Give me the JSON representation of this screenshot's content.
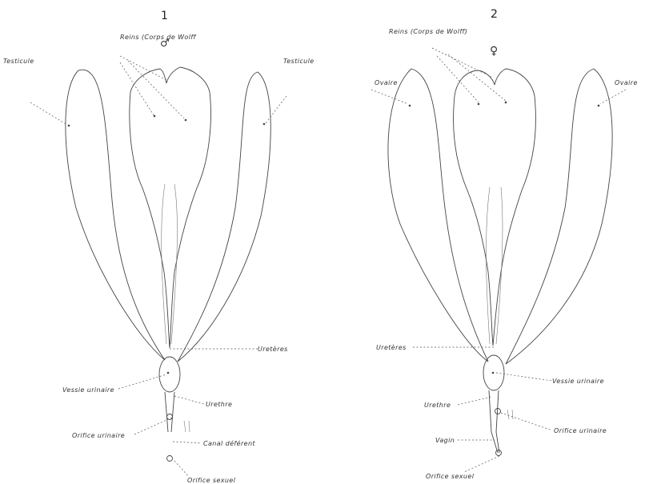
{
  "figures": [
    {
      "number": "1",
      "sex_symbol": "♂",
      "labels": {
        "reins": "Reins (Corps de Wolff",
        "testicule_left": "Testicule",
        "testicule_right": "Testicule",
        "ureteres": "Uretères",
        "vessie": "Vessie urinaire",
        "urethre": "Urethre",
        "orifice_urinaire": "Orifice urinaire",
        "canal": "Canal déférent",
        "orifice_sexuel": "Orifice sexuel"
      }
    },
    {
      "number": "2",
      "sex_symbol": "♀",
      "labels": {
        "reins": "Reins (Corps de Wolff)",
        "ovaire_left": "Ovaire",
        "ovaire_right": "Ovaire",
        "ureteres": "Uretères",
        "vessie": "Vessie urinaire",
        "urethre": "Urethre",
        "orifice_urinaire": "Orifice urinaire",
        "vagin": "Vagin",
        "orifice_sexuel": "Orifice sexuel"
      }
    }
  ],
  "colors": {
    "ink": "#333333",
    "paper": "#ffffff",
    "ovary_fill": "#6b6b6b"
  }
}
